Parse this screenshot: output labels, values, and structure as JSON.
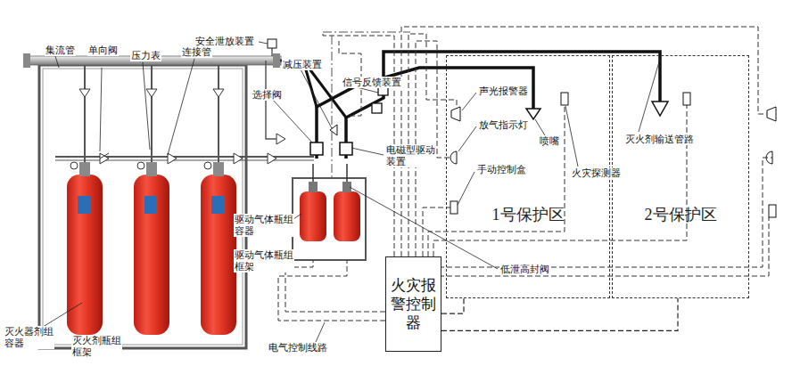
{
  "diagram": {
    "nodes": [
      {
        "text": [
          "1号保护区"
        ]
      },
      {
        "text": [
          "2号保护区"
        ]
      },
      {
        "text": [
          "火灾报警控制器"
        ]
      }
    ],
    "edges": [
      {
        "from": 2,
        "to": 0,
        "arrow": "none"
      },
      {
        "from": 2,
        "to": 1,
        "arrow": "none"
      }
    ],
    "labels": [
      "集流管",
      "单向阀",
      "压力表",
      "连接管",
      "安全泄放装置",
      "减压装置",
      "选择阀",
      "信号反馈装置",
      "声光报警器",
      "放气指示灯",
      "喷嘴",
      "火灾探测器",
      "灭火剂输送管路",
      "电磁型驱动 装置",
      "手动控制盒",
      "驱动气体瓶组 容器",
      "驱动气体瓶组 框架",
      "低泄高封阀",
      "灭火器剂组 容器",
      "灭火剂瓶组 框架",
      "电气控制线路"
    ]
  }
}
